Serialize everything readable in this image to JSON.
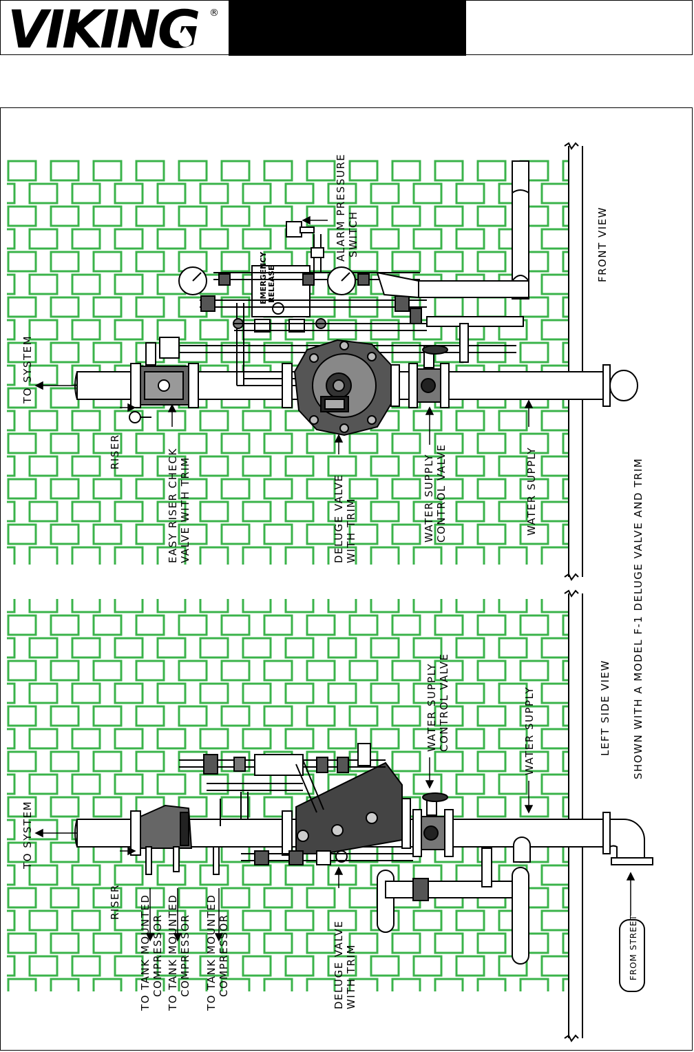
{
  "brand": {
    "logo_text": "VIKING",
    "registered_mark": "®"
  },
  "colors": {
    "wall_green": "#3ab34a",
    "line": "#000000",
    "valve_dark": "#1a1a1a"
  },
  "front_view": {
    "view_title": "FRONT VIEW",
    "labels": {
      "to_system": "TO SYSTEM",
      "riser": "RISER",
      "easy_riser_1": "EASY RISER CHECK",
      "easy_riser_2": "VALVE WITH TRIM",
      "deluge_1": "DELUGE VALVE",
      "deluge_2": "WITH TRIM",
      "wscv_1": "WATER SUPPLY",
      "wscv_2": "CONTROL VALVE",
      "water_supply": "WATER SUPPLY",
      "alarm_1": "ALARM PRESSURE",
      "alarm_2": "SWITCH",
      "emergency_1": "EMERGENCY",
      "emergency_2": "RELEASE"
    }
  },
  "side_view": {
    "view_title": "LEFT SIDE VIEW",
    "caption": "SHOWN WITH A MODEL F-1 DELUGE VALVE AND TRIM",
    "labels": {
      "to_system": "TO SYSTEM",
      "riser": "RISER",
      "tank_a_1": "TO TANK MOUNTED",
      "tank_a_2": "COMPRESSOR",
      "tank_b_1": "TO TANK MOUNTED",
      "tank_b_2": "COMPRESSOR",
      "tank_c_1": "TO TANK MOUNTED",
      "tank_c_2": "COMPRESSOR",
      "deluge_1": "DELUGE VALVE",
      "deluge_2": "WITH TRIM",
      "wscv_1": "WATER SUPPLY",
      "wscv_2": "CONTROL VALVE",
      "water_supply": "WATER SUPPLY",
      "from_street": "FROM STREET"
    }
  }
}
